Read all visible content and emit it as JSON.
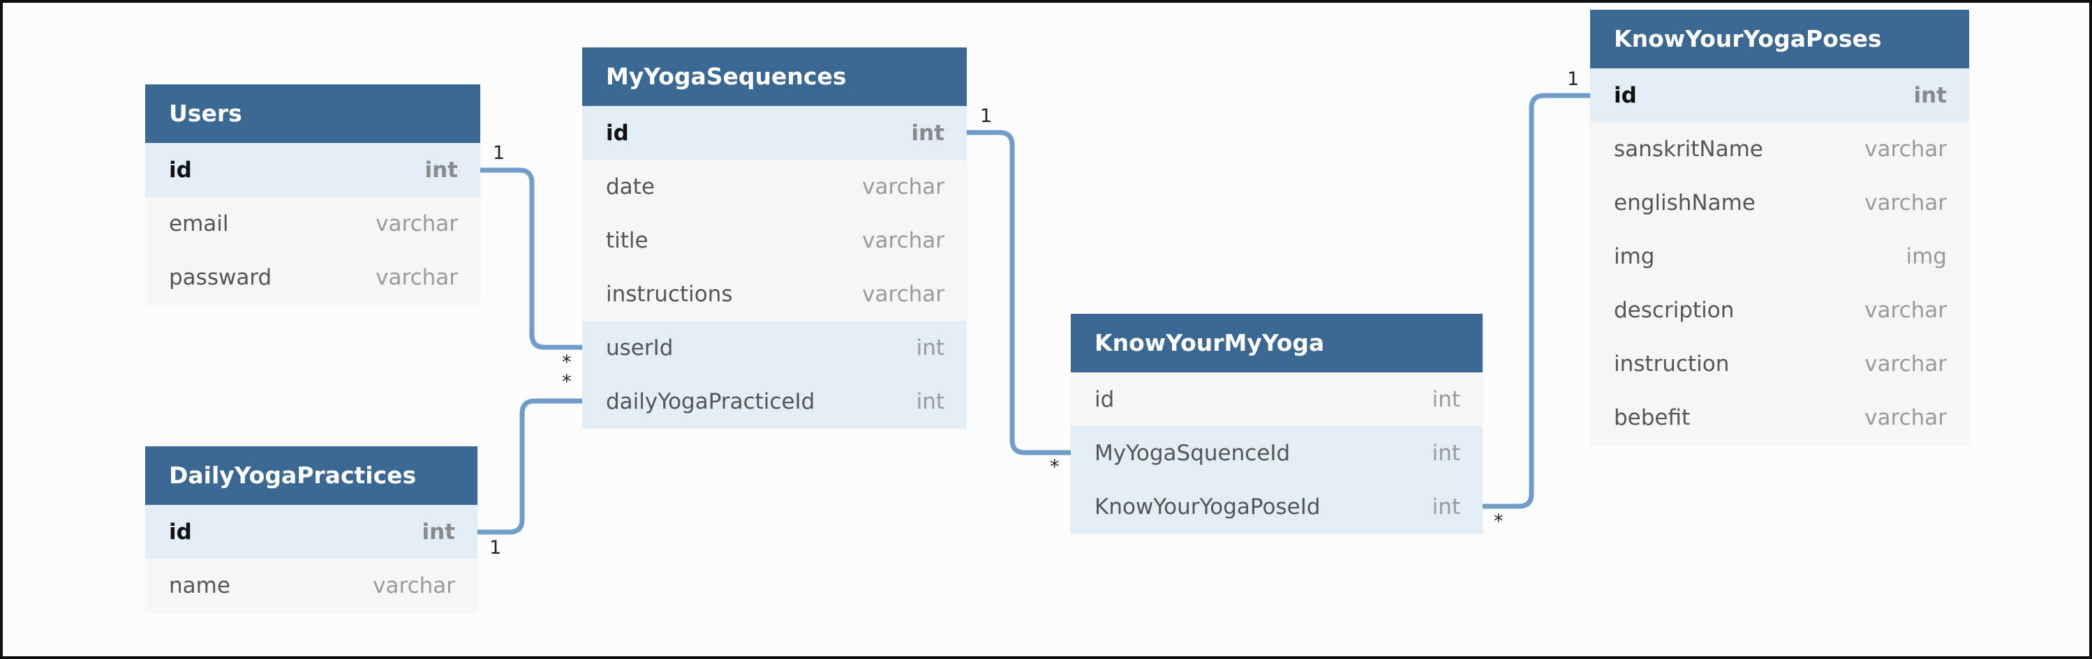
{
  "colors": {
    "header_bg": "#3b6793",
    "header_text": "#ffffff",
    "key_row_bg": "#e2edf5",
    "row_bg": "#f6f6f6",
    "connector": "#6f9cc8"
  },
  "tables": {
    "users": {
      "name": "Users",
      "columns": [
        {
          "name": "id",
          "type": "int"
        },
        {
          "name": "email",
          "type": "varchar"
        },
        {
          "name": "passward",
          "type": "varchar"
        }
      ]
    },
    "sequences": {
      "name": "MyYogaSequences",
      "columns": [
        {
          "name": "id",
          "type": "int"
        },
        {
          "name": "date",
          "type": "varchar"
        },
        {
          "name": "title",
          "type": "varchar"
        },
        {
          "name": "instructions",
          "type": "varchar"
        },
        {
          "name": "userId",
          "type": "int"
        },
        {
          "name": "dailyYogaPracticeId",
          "type": "int"
        }
      ]
    },
    "daily": {
      "name": "DailyYogaPractices",
      "columns": [
        {
          "name": "id",
          "type": "int"
        },
        {
          "name": "name",
          "type": "varchar"
        }
      ]
    },
    "knowmy": {
      "name": "KnowYourMyYoga",
      "columns": [
        {
          "name": "id",
          "type": "int"
        },
        {
          "name": "MyYogaSquenceId",
          "type": "int"
        },
        {
          "name": "KnowYourYogaPoseId",
          "type": "int"
        }
      ]
    },
    "poses": {
      "name": "KnowYourYogaPoses",
      "columns": [
        {
          "name": "id",
          "type": "int"
        },
        {
          "name": "sanskritName",
          "type": "varchar"
        },
        {
          "name": "englishName",
          "type": "varchar"
        },
        {
          "name": "img",
          "type": "img"
        },
        {
          "name": "description",
          "type": "varchar"
        },
        {
          "name": "instruction",
          "type": "varchar"
        },
        {
          "name": "bebefit",
          "type": "varchar"
        }
      ]
    }
  },
  "relations": [
    {
      "from": "Users.id",
      "to": "MyYogaSequences.userId",
      "from_card": "1",
      "to_card": "*"
    },
    {
      "from": "DailyYogaPractices.id",
      "to": "MyYogaSequences.dailyYogaPracticeId",
      "from_card": "1",
      "to_card": "*"
    },
    {
      "from": "MyYogaSequences.id",
      "to": "KnowYourMyYoga.MyYogaSquenceId",
      "from_card": "1",
      "to_card": "*"
    },
    {
      "from": "KnowYourYogaPoses.id",
      "to": "KnowYourMyYoga.KnowYourYogaPoseId",
      "from_card": "1",
      "to_card": "*"
    }
  ]
}
